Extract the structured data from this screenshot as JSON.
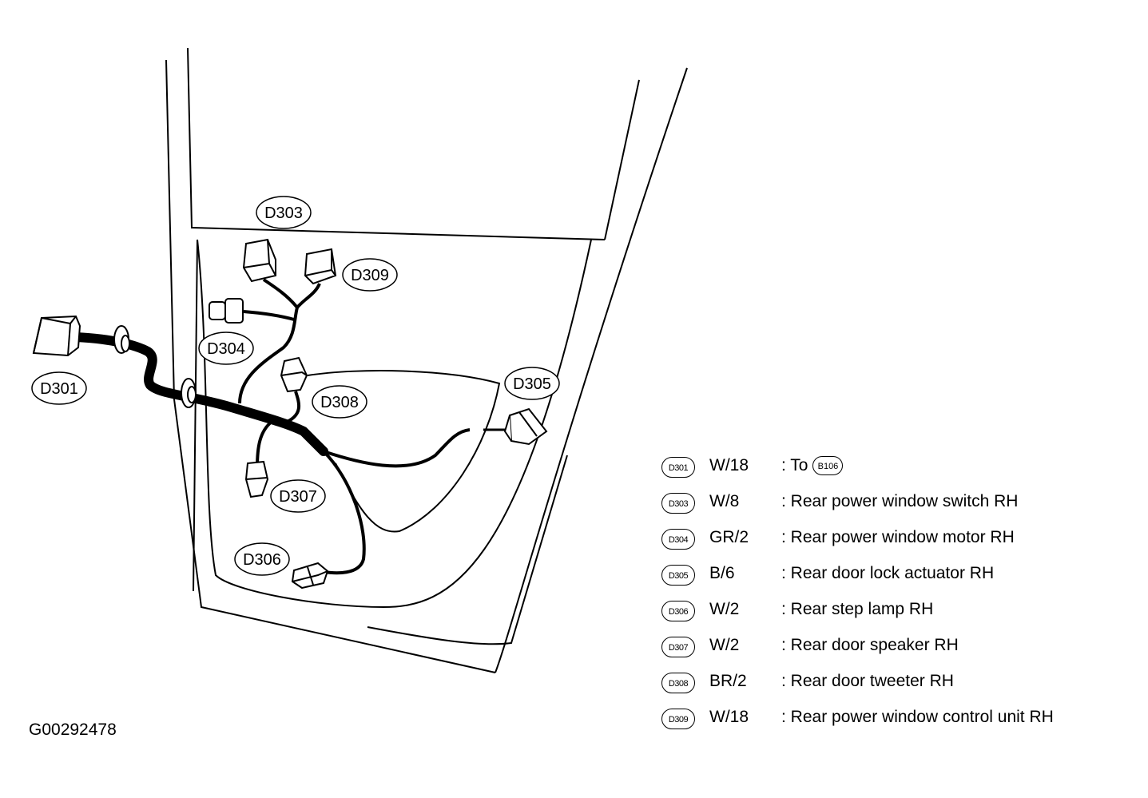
{
  "figure_id": "G00292478",
  "callouts": [
    "D303",
    "D309",
    "D304",
    "D301",
    "D305",
    "D308",
    "D307",
    "D306"
  ],
  "legend": [
    {
      "badge": "D301",
      "code": "W/18",
      "desc": ": To",
      "ref": "B106"
    },
    {
      "badge": "D303",
      "code": "W/8",
      "desc": ": Rear power window switch RH"
    },
    {
      "badge": "D304",
      "code": "GR/2",
      "desc": ": Rear power window motor RH"
    },
    {
      "badge": "D305",
      "code": "B/6",
      "desc": ": Rear door lock actuator RH"
    },
    {
      "badge": "D306",
      "code": "W/2",
      "desc": ": Rear step lamp RH"
    },
    {
      "badge": "D307",
      "code": "W/2",
      "desc": ": Rear door speaker RH"
    },
    {
      "badge": "D308",
      "code": "BR/2",
      "desc": ": Rear door tweeter RH"
    },
    {
      "badge": "D309",
      "code": "W/18",
      "desc": ": Rear power window control unit RH"
    }
  ]
}
